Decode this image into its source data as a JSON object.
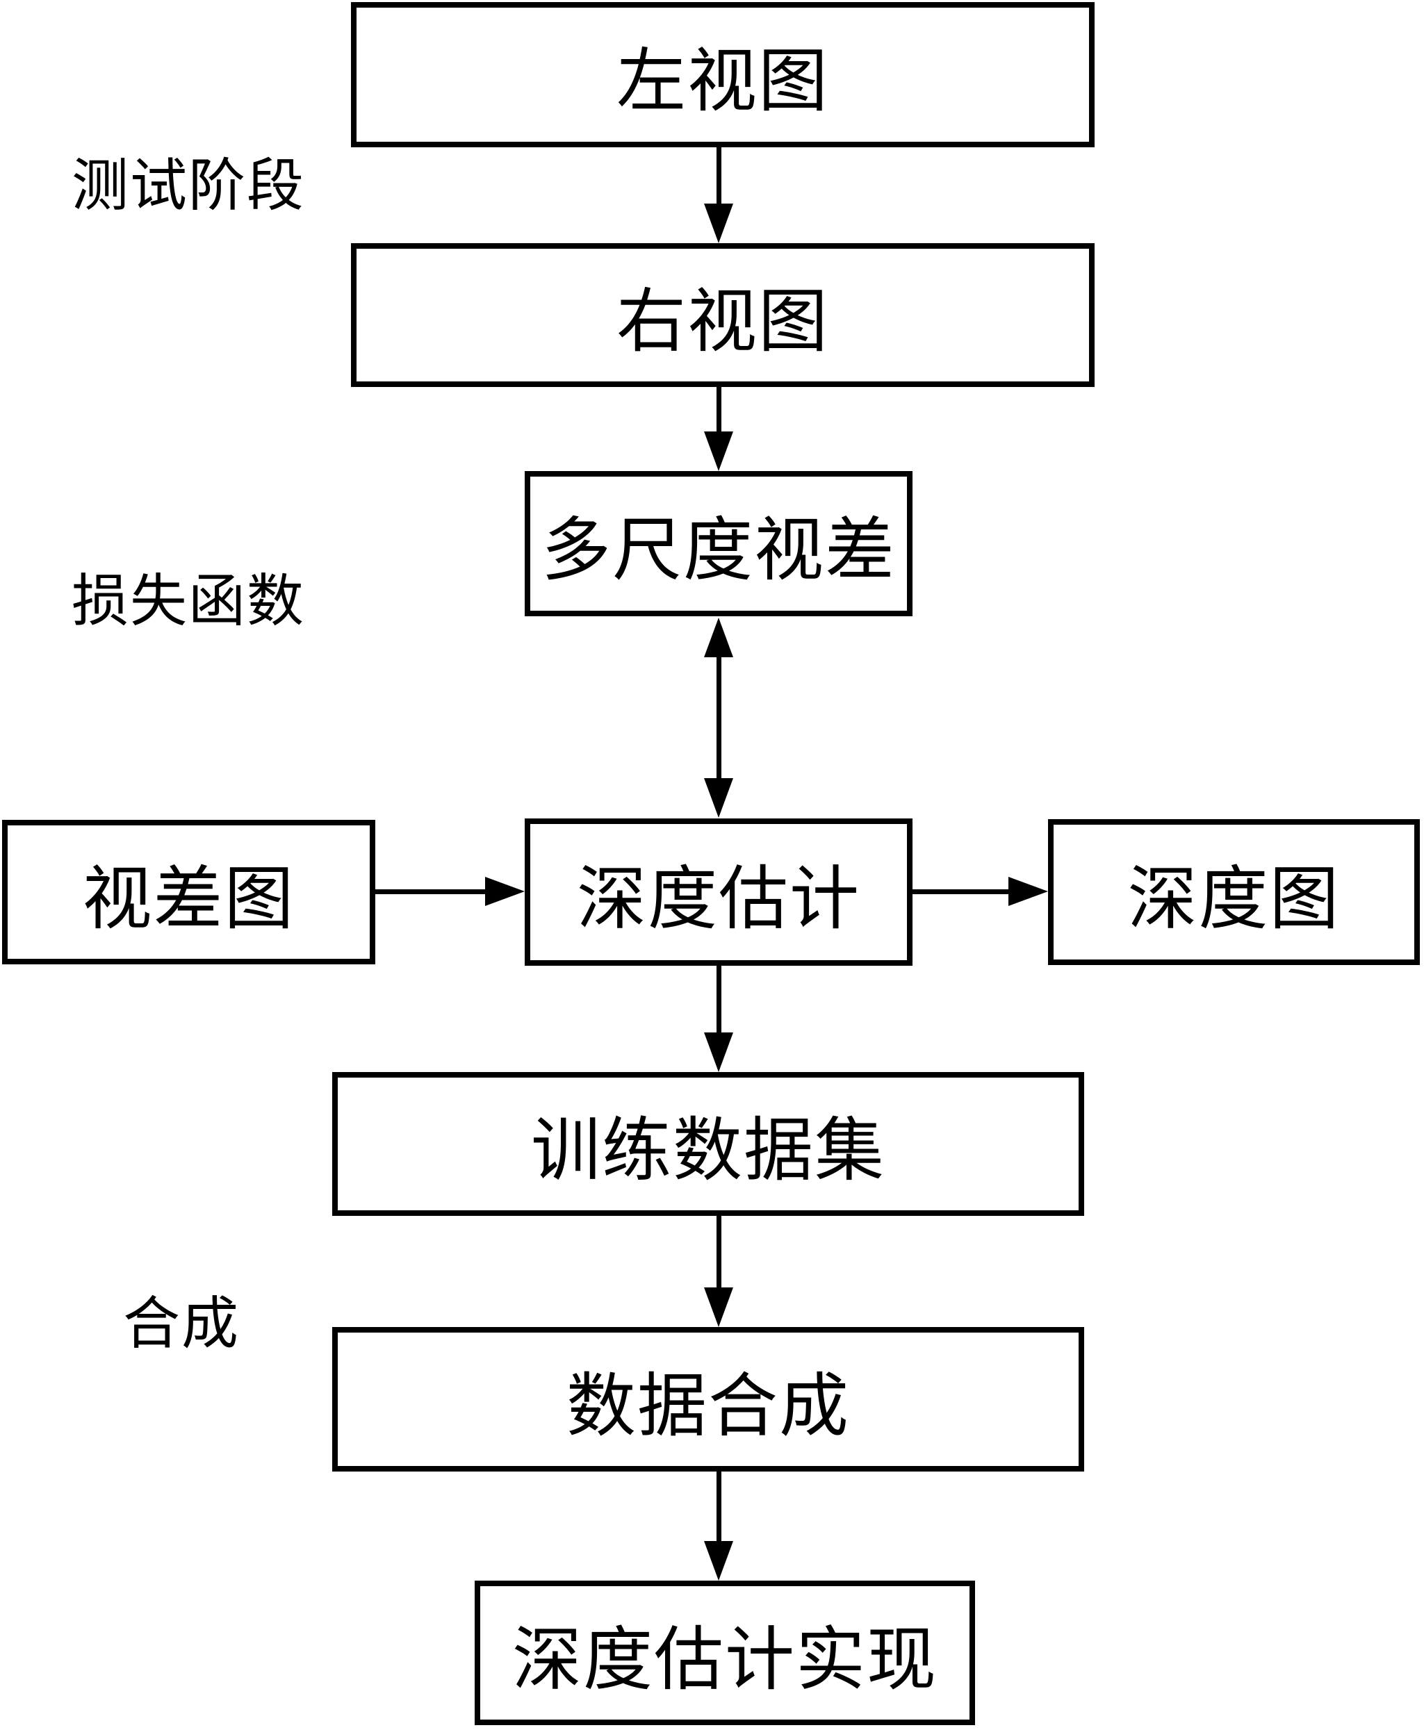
{
  "diagram": {
    "background_color": "#ffffff",
    "line_color": "#000000",
    "nodes": {
      "left_view": {
        "label": "左视图"
      },
      "right_view": {
        "label": "右视图"
      },
      "multi_scale_disparity": {
        "label": "多尺度视差"
      },
      "disparity_map": {
        "label": "视差图"
      },
      "depth_estimation": {
        "label": "深度估计"
      },
      "depth_map": {
        "label": "深度图"
      },
      "training_dataset": {
        "label": "训练数据集"
      },
      "data_synthesis": {
        "label": "数据合成"
      },
      "depth_estimation_implementation": {
        "label": "深度估计实现"
      }
    },
    "side_labels": {
      "test_phase": "测试阶段",
      "loss_function": "损失函数",
      "synthesis": "合成"
    },
    "edges": [
      {
        "from": "left_view",
        "to": "right_view",
        "type": "arrow-down"
      },
      {
        "from": "right_view",
        "to": "multi_scale_disparity",
        "type": "arrow-down"
      },
      {
        "from": "multi_scale_disparity",
        "to": "depth_estimation",
        "type": "arrow-double-vertical"
      },
      {
        "from": "disparity_map",
        "to": "depth_estimation",
        "type": "arrow-right"
      },
      {
        "from": "depth_estimation",
        "to": "depth_map",
        "type": "arrow-right"
      },
      {
        "from": "depth_estimation",
        "to": "training_dataset",
        "type": "arrow-down"
      },
      {
        "from": "training_dataset",
        "to": "data_synthesis",
        "type": "arrow-down"
      },
      {
        "from": "data_synthesis",
        "to": "depth_estimation_implementation",
        "type": "arrow-down"
      }
    ]
  }
}
